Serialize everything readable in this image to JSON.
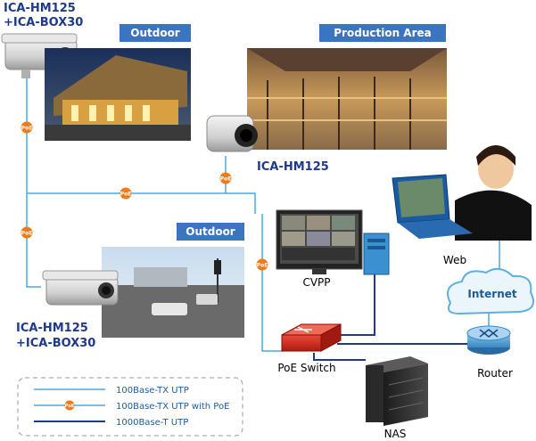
{
  "cameras": {
    "top_model_line1": "ICA-HM125",
    "top_model_line2": "+ICA-BOX30",
    "middle_model": "ICA-HM125",
    "bottom_model_line1": "ICA-HM125",
    "bottom_model_line2": "+ICA-BOX30"
  },
  "scenes": {
    "outdoor_top_label": "Outdoor",
    "production_label": "Production Area",
    "outdoor_bottom_label": "Outdoor"
  },
  "poe_badge": "PoE",
  "devices": {
    "cvpp": "CVPP",
    "web": "Web",
    "internet": "Internet",
    "poe_switch": "PoE Switch",
    "router": "Router",
    "nas": "NAS"
  },
  "legend": {
    "items": [
      {
        "label": "100Base-TX UTP",
        "style": "thin-blue"
      },
      {
        "label": "100Base-TX UTP with PoE",
        "style": "thin-blue-poe"
      },
      {
        "label": "1000Base-T UTP",
        "style": "thick-navy"
      }
    ]
  },
  "colors": {
    "thin_line": "#4aa8e0",
    "thick_line": "#1f3a8a",
    "label_box": "#3b74c0",
    "model_text": "#1e3a8a",
    "poe_badge": "#f07a1a"
  }
}
